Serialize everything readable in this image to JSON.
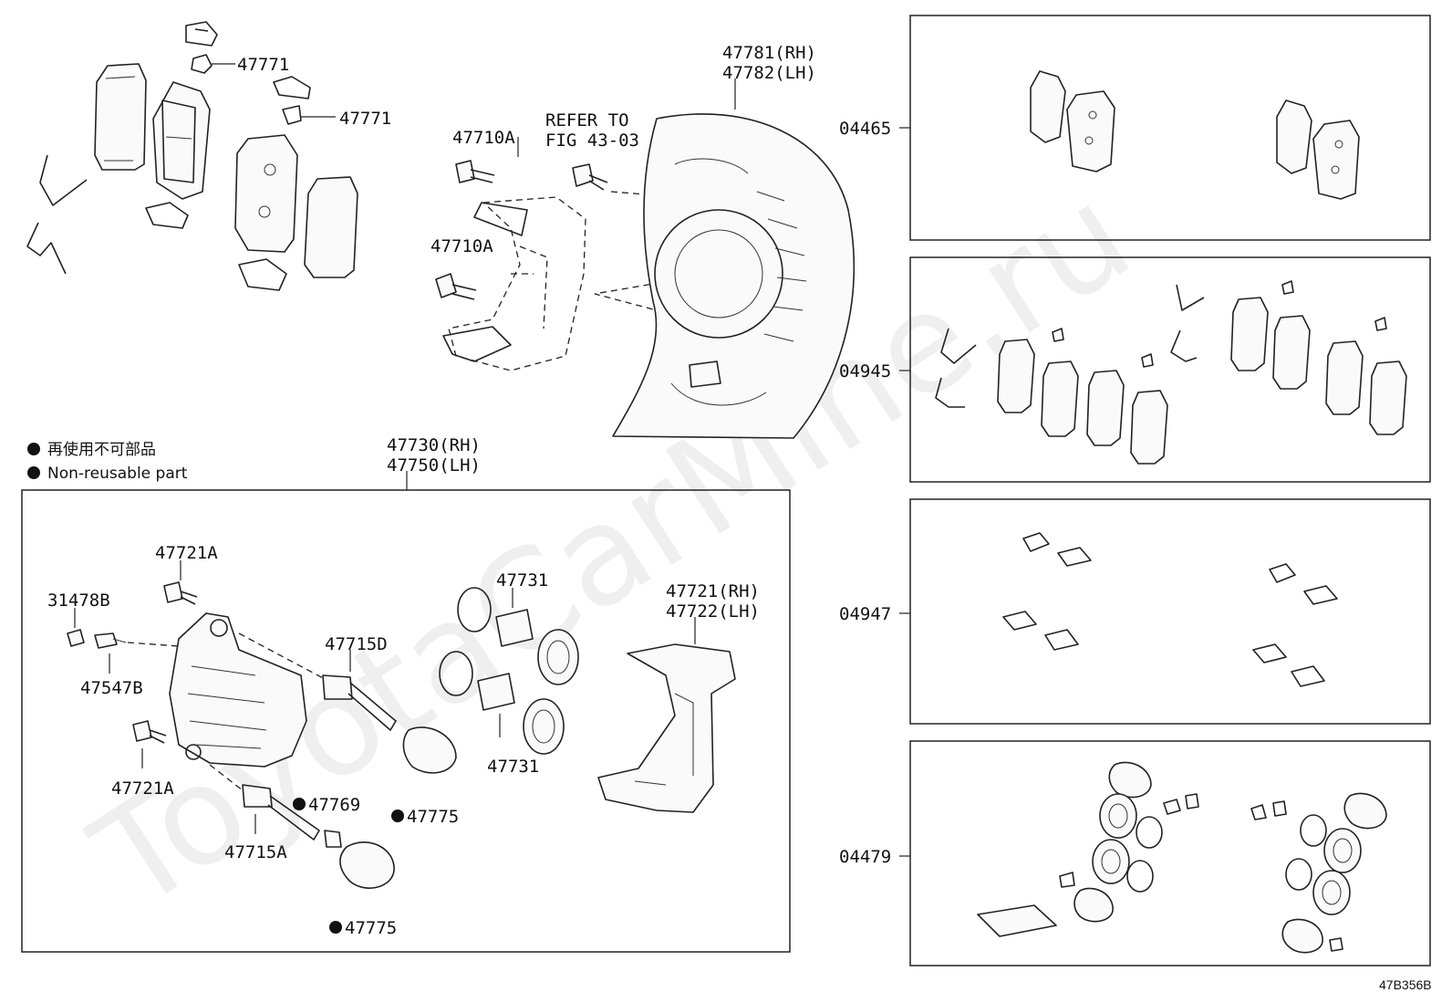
{
  "watermark": "ToyotaCarMine.ru",
  "figure_code": "47B356B",
  "legend": {
    "jp_text": "再使用不可部品",
    "en_text": "Non-reusable part"
  },
  "refer": {
    "line1": "REFER TO",
    "line2": "FIG 43-03"
  },
  "labels": {
    "pad_clip_top": "47771",
    "pad_clip_mid": "47771",
    "mount_bolt_upper": "47710A",
    "mount_bolt_lower": "47710A",
    "dust_cover_rh": "47781(RH)",
    "dust_cover_lh": "47782(LH)",
    "caliper_assy_rh": "47730(RH)",
    "caliper_assy_lh": "47750(LH)",
    "bleeder_cap": "31478B",
    "bleeder_plug": "47547B",
    "body_bolt_top": "47721A",
    "body_bolt_bottom": "47721A",
    "slide_pin_d": "47715D",
    "slide_pin_a": "47715A",
    "bushing": "47769",
    "boot_upper": "47775",
    "boot_lower": "47775",
    "piston_upper": "47731",
    "piston_lower": "47731",
    "mounting_rh": "47721(RH)",
    "mounting_lh": "47722(LH)"
  },
  "kits": [
    {
      "code": "04465"
    },
    {
      "code": "04945"
    },
    {
      "code": "04947"
    },
    {
      "code": "04479"
    }
  ],
  "icons": [
    "non-reusable-dot-icon"
  ]
}
